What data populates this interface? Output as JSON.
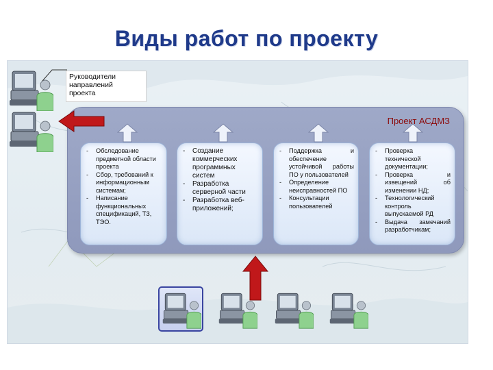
{
  "slide": {
    "title": "Виды работ по проекту",
    "leaders": [
      "Руководители",
      "направлений",
      "проекта"
    ],
    "project_label": "Проект АСДМЗ",
    "columns": [
      {
        "items": [
          "Обследование предметной области проекта",
          "Сбор, требований к информационным системам;",
          "Написание функциональных спецификаций, ТЗ, ТЭО."
        ]
      },
      {
        "items": [
          "Создание коммерческих программных систем",
          "Разработка серверной части",
          "Разработка веб-приложений;"
        ]
      },
      {
        "items": [
          "Поддержка и обеспечение устойчивой работы ПО у пользователей",
          "Определение неисправностей ПО",
          "Консультации пользователей"
        ]
      },
      {
        "items": [
          "Проверка технической документации;",
          "Проверка и извещений об изменении НД;",
          "Технологический контроль выпускаемой РД",
          "Выдача замечаний разработчикам;"
        ]
      }
    ],
    "icons": {
      "person": "user-at-computer-icon",
      "arrow_up": "up-arrow-icon",
      "arrow_left": "left-arrow-icon"
    },
    "colors": {
      "title": "#1f3a8a",
      "panel": "#9aa4c4",
      "arrow_red": "#c0181a",
      "project_label": "#8b0a0a"
    }
  }
}
